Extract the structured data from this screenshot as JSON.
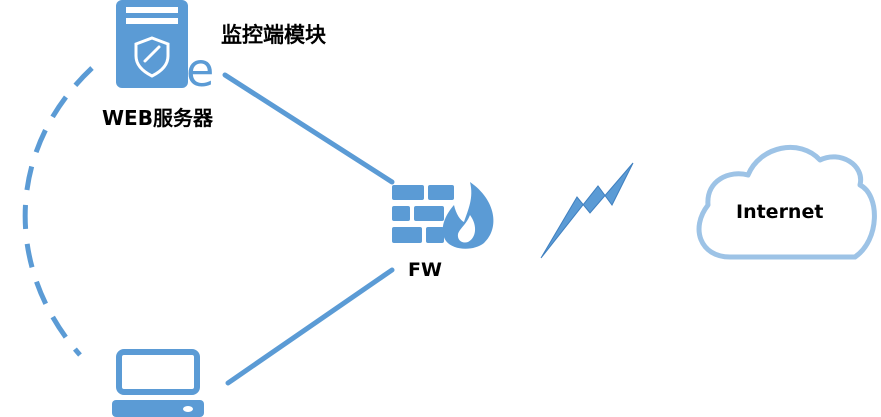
{
  "nodes": {
    "monitor_module": {
      "label": "监控端模块"
    },
    "web_server": {
      "label": "WEB服务器",
      "icon_badge": "e"
    },
    "firewall": {
      "label": "FW"
    },
    "internet": {
      "label": "Internet"
    },
    "client": {
      "label": ""
    }
  },
  "colors": {
    "accent": "#5b9bd5",
    "cloud_border": "#9dc3e6",
    "text": "#000000",
    "background": "#ffffff"
  },
  "icons": {
    "web_server": "server-shield-icon",
    "firewall": "firewall-flame-icon",
    "internet": "cloud-icon",
    "client": "laptop-icon",
    "link": "lightning-bolt-icon"
  }
}
